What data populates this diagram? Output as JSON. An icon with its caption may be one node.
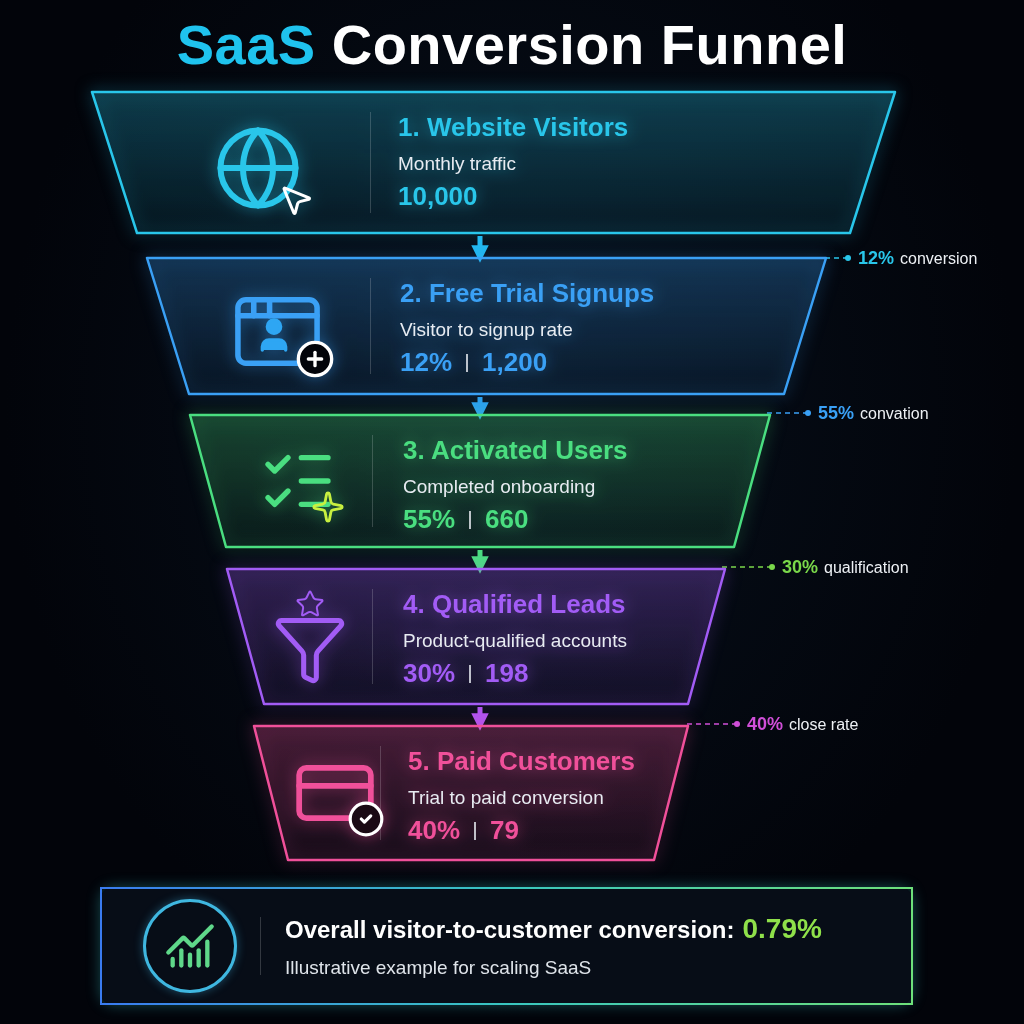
{
  "diagram": {
    "title": "SaaS Conversion Funnel",
    "nodes": [
      {
        "text": [
          "1. Website Visitors",
          "Monthly traffic",
          "10,000"
        ]
      },
      {
        "text": [
          "2. Free Trial Signups",
          "Visitor to signup rate",
          "12%",
          "1,200"
        ]
      },
      {
        "text": [
          "3. Activated Users",
          "Completed onboarding",
          "55%",
          "660"
        ]
      },
      {
        "text": [
          "4. Qualified Leads",
          "Product-qualified accounts",
          "30%",
          "198"
        ]
      },
      {
        "text": [
          "5. Paid Customers",
          "Trial to paid conversion",
          "40%",
          "79"
        ]
      },
      {
        "text": [
          "Overall visitor-to-customer conversion:",
          "0.79%",
          "Illustrative example for scaling SaaS"
        ]
      },
      {
        "text": [
          "12%",
          "conversion"
        ]
      },
      {
        "text": [
          "55%",
          "convation"
        ]
      },
      {
        "text": [
          "30%",
          "qualification"
        ]
      },
      {
        "text": [
          "40%",
          "close rate"
        ]
      }
    ],
    "edges": [
      {
        "from": 0,
        "to": 1,
        "arrow": "to",
        "style": "thick",
        "color": "#22b8f0"
      },
      {
        "from": 1,
        "to": 2,
        "arrow": "to",
        "style": "thick",
        "color": "#2ba0ef"
      },
      {
        "from": 2,
        "to": 3,
        "arrow": "to",
        "style": "thick",
        "color": "#4ade80"
      },
      {
        "from": 3,
        "to": 4,
        "arrow": "to",
        "style": "thick",
        "color": "#b054f0"
      },
      {
        "from": 6,
        "to": 1,
        "arrow": "other",
        "style": "dashed",
        "color": "#29c6ea"
      },
      {
        "from": 7,
        "to": 2,
        "arrow": "other",
        "style": "dashed",
        "color": "#3aa0f5"
      },
      {
        "from": 8,
        "to": 3,
        "arrow": "other",
        "style": "dashed",
        "color": "#7ad84a"
      },
      {
        "from": 9,
        "to": 4,
        "arrow": "other",
        "style": "dashed",
        "color": "#d04fd8"
      }
    ]
  }
}
